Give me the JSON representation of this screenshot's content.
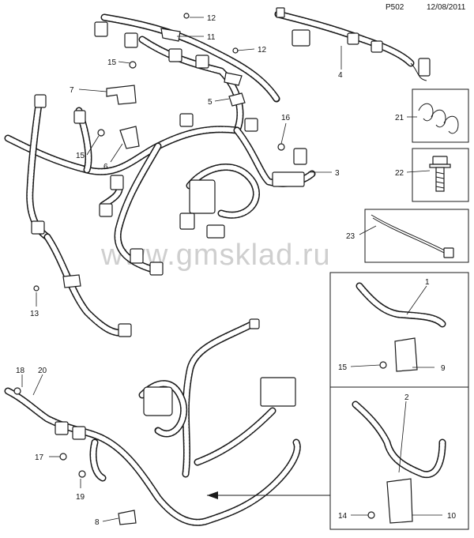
{
  "header": {
    "page_code": "P502",
    "date": "12/08/2011"
  },
  "watermark": "www.gmsklad.ru",
  "callouts": {
    "c12a": "12",
    "c11": "11",
    "c15a": "15",
    "c12b": "12",
    "c4": "4",
    "c7": "7",
    "c5": "5",
    "c16": "16",
    "c15b": "15",
    "c6": "6",
    "c3": "3",
    "c13": "13",
    "c18": "18",
    "c20": "20",
    "c17": "17",
    "c19": "19",
    "c8": "8",
    "c21": "21",
    "c22": "22",
    "c23": "23",
    "c1": "1",
    "c15c": "15",
    "c9": "9",
    "c2": "2",
    "c14": "14",
    "c10": "10"
  }
}
